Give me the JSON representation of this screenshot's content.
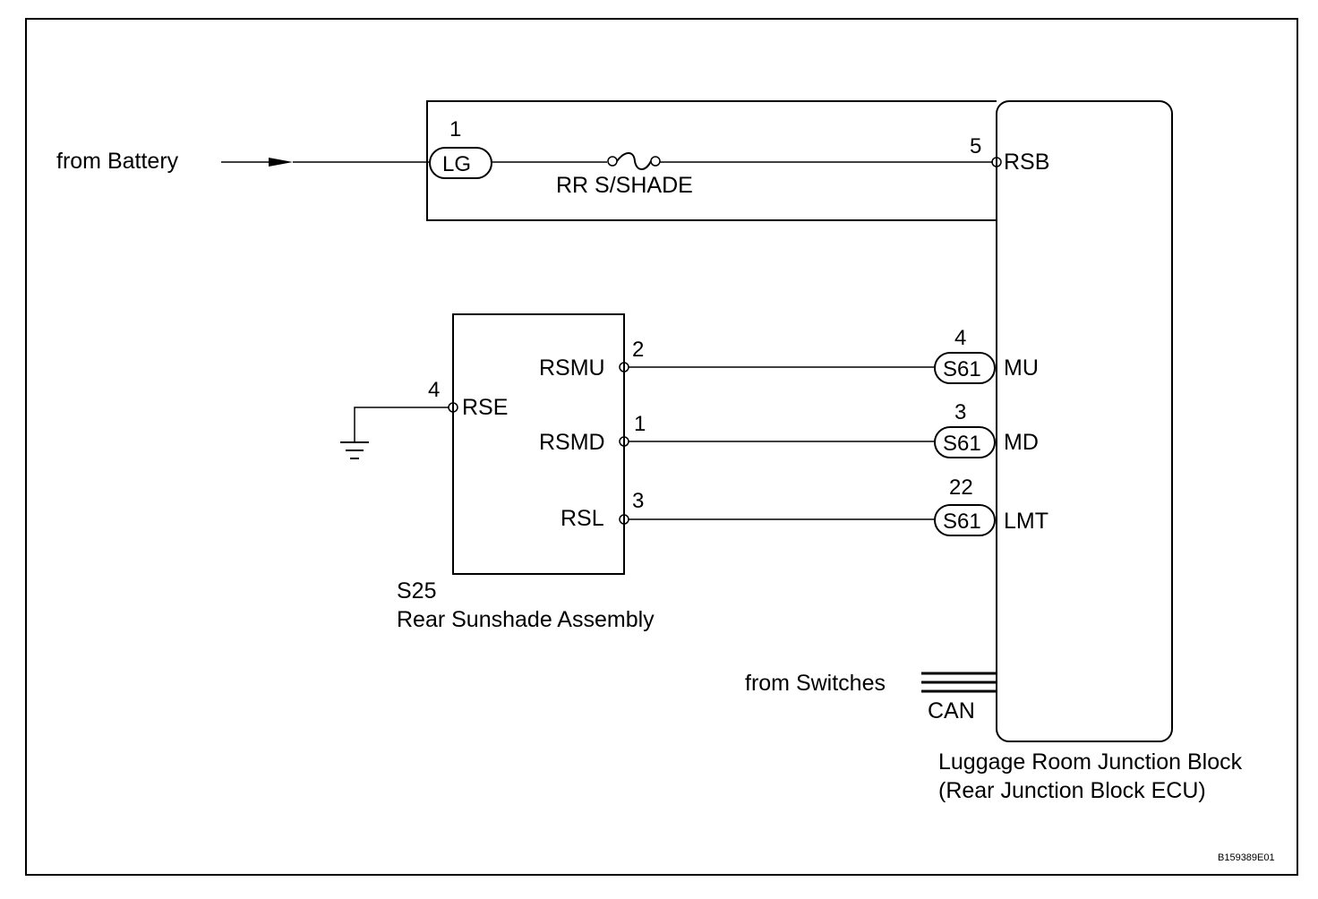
{
  "labels": {
    "from_battery": "from  Battery",
    "fuse_name": "RR S/SHADE",
    "from_switches": "from Switches",
    "can": "CAN",
    "sunshade_code": "S25",
    "sunshade_name": "Rear Sunshade Assembly",
    "jb_name_line1": "Luggage Room Junction Block",
    "jb_name_line2": "(Rear Junction Block ECU)",
    "figure_id": "B159389E01"
  },
  "junction_connector": {
    "lg_pin": "1",
    "lg_label": "LG",
    "rsb_pin": "5",
    "rsb_label": "RSB"
  },
  "sunshade_pins": {
    "rse": {
      "pin": "4",
      "label": "RSE"
    },
    "rsmu": {
      "pin": "2",
      "label": "RSMU"
    },
    "rsmd": {
      "pin": "1",
      "label": "RSMD"
    },
    "rsl": {
      "pin": "3",
      "label": "RSL"
    }
  },
  "ecu_pins": {
    "mu": {
      "pin": "4",
      "connector": "S61",
      "label": "MU"
    },
    "md": {
      "pin": "3",
      "connector": "S61",
      "label": "MD"
    },
    "lmt": {
      "pin": "22",
      "connector": "S61",
      "label": "LMT"
    }
  }
}
